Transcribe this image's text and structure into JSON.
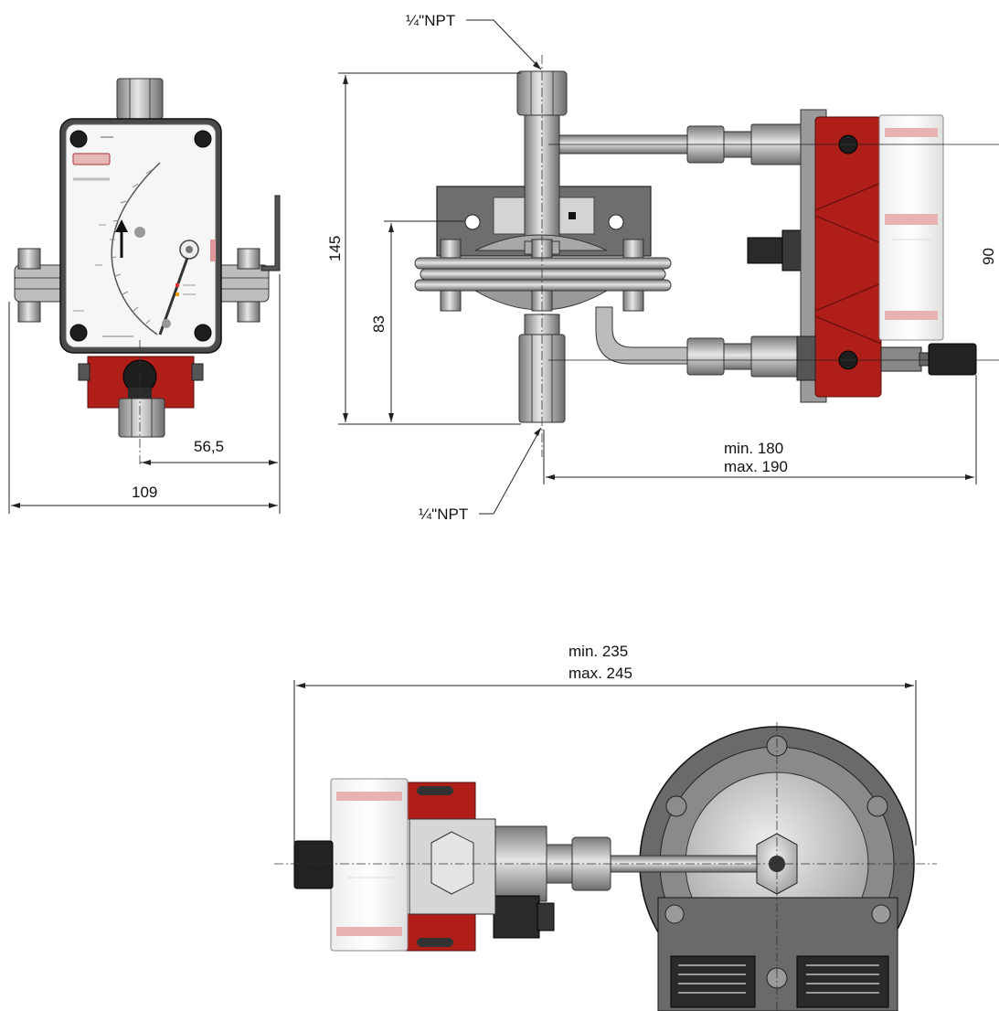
{
  "colors": {
    "housing_red": "#b01e1a",
    "metal_gray": "#c8c8c8",
    "dark_gray": "#6a6a6a",
    "black": "#1e1e1e",
    "line": "#222222"
  },
  "dimensions": {
    "thread_top": "¼\"NPT",
    "thread_bottom": "¼\"NPT",
    "height_total": "145",
    "height_mount": "83",
    "height_right": "90",
    "front_offset": "56,5",
    "front_width": "109",
    "side_len_min": "min. 180",
    "side_len_max": "max. 190",
    "top_len_min": "min. 235",
    "top_len_max": "max. 245"
  }
}
